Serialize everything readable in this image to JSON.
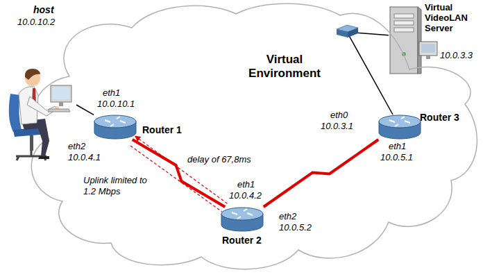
{
  "diagram": {
    "nodes": [
      {
        "text": [
          "Virtual Environment"
        ]
      },
      {
        "text": [
          "host",
          "10.0.10.2"
        ]
      },
      {
        "text": [
          "Router 1"
        ],
        "in": 0
      },
      {
        "text": [
          "Router 2"
        ],
        "in": 0
      },
      {
        "text": [
          "Router 3"
        ],
        "in": 0
      },
      {
        "text": [
          "Virtual VideoLAN Server",
          "10.0.3.3"
        ],
        "in": 0
      }
    ],
    "edges": [
      {
        "from": 1,
        "to": 2,
        "arrow": "none"
      },
      {
        "from": 2,
        "to": 3,
        "label": "delay of 67,8ms",
        "arrow": "none"
      },
      {
        "from": 3,
        "to": 4,
        "arrow": "none"
      },
      {
        "from": 4,
        "to": 5,
        "arrow": "none"
      }
    ],
    "labels": [
      "eth1",
      "10.0.10.1",
      "eth2",
      "10.0.4.1",
      "Uplink limited to 1.2 Mbps",
      "eth1",
      "10.0.4.2",
      "eth2",
      "10.0.5.2",
      "eth0",
      "10.0.3.1",
      "eth1",
      "10.0.5.1"
    ]
  }
}
